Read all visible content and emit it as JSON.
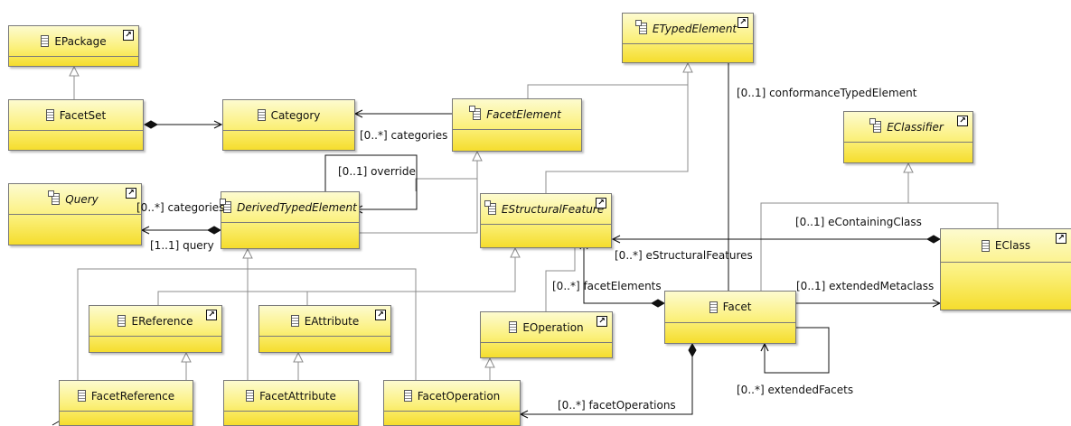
{
  "classes": {
    "epackage": {
      "name": "EPackage",
      "abstract": false,
      "external": true
    },
    "facetset": {
      "name": "FacetSet",
      "abstract": false,
      "external": false
    },
    "category": {
      "name": "Category",
      "abstract": false,
      "external": false
    },
    "facetelement": {
      "name": "FacetElement",
      "abstract": true,
      "external": false
    },
    "etypedelement": {
      "name": "ETypedElement",
      "abstract": true,
      "external": true
    },
    "eclassifier": {
      "name": "EClassifier",
      "abstract": true,
      "external": true
    },
    "query": {
      "name": "Query",
      "abstract": true,
      "external": true
    },
    "derivedtypedelement": {
      "name": "DerivedTypedElement",
      "abstract": true,
      "external": false
    },
    "estructuralfeature": {
      "name": "EStructuralFeature",
      "abstract": true,
      "external": true
    },
    "eclass": {
      "name": "EClass",
      "abstract": false,
      "external": true
    },
    "ereference": {
      "name": "EReference",
      "abstract": false,
      "external": true
    },
    "eattribute": {
      "name": "EAttribute",
      "abstract": false,
      "external": true
    },
    "eoperation": {
      "name": "EOperation",
      "abstract": false,
      "external": true
    },
    "facet": {
      "name": "Facet",
      "abstract": false,
      "external": false
    },
    "facetreference": {
      "name": "FacetReference",
      "abstract": false,
      "external": false
    },
    "facetattribute": {
      "name": "FacetAttribute",
      "abstract": false,
      "external": false
    },
    "facetoperation": {
      "name": "FacetOperation",
      "abstract": false,
      "external": false
    }
  },
  "labels": {
    "categories_1": "[0..*] categories",
    "override": "[0..1] override",
    "categories_2": "[0..*] categories",
    "query": "[1..1] query",
    "conformance": "[0..1] conformanceTypedElement",
    "containing": "[0..1] eContainingClass",
    "structural": "[0..*] eStructuralFeatures",
    "facet_elements": "[0..*] facetElements",
    "extended_metaclass": "[0..1] extendedMetaclass",
    "extended_facets": "[0..*] extendedFacets",
    "facet_operations": "[0..*] facetOperations"
  },
  "colors": {
    "fill_top": "#fdfbcf",
    "fill_bottom": "#f5dd2d",
    "line": "#111111",
    "generalization": "#8c8c8c"
  }
}
